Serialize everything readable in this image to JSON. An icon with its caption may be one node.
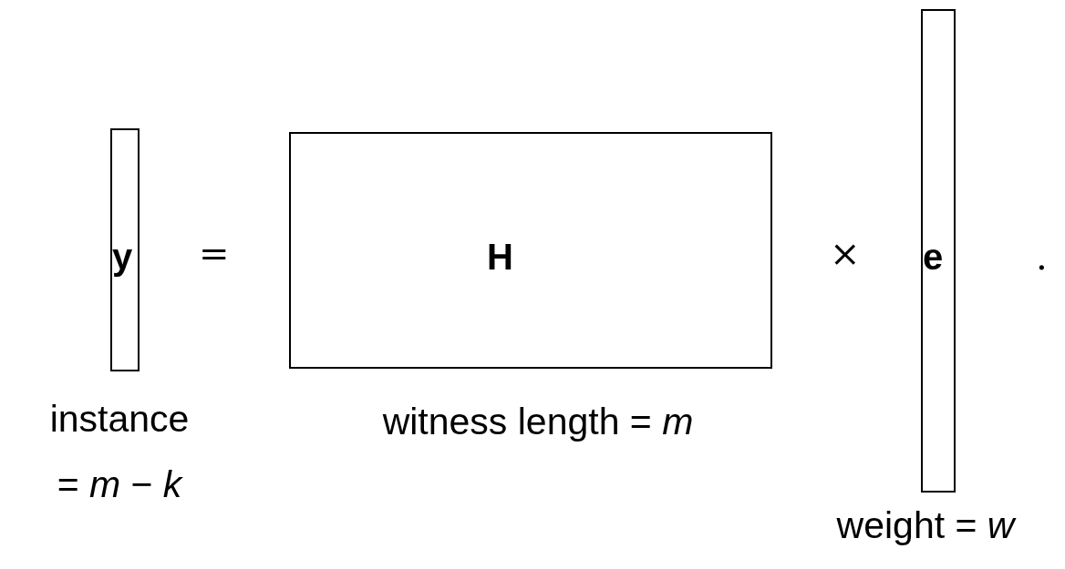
{
  "diagram": {
    "nodes": [
      {
        "text": [
          "y"
        ],
        "beside": [
          "instance = *m* − *k*"
        ]
      },
      {
        "text": [
          "H"
        ],
        "beside": [
          "witness length = *m*"
        ]
      },
      {
        "text": [
          "e"
        ],
        "beside": [
          "weight = *w*"
        ]
      }
    ],
    "labels": [
      "=",
      "×",
      "."
    ]
  }
}
